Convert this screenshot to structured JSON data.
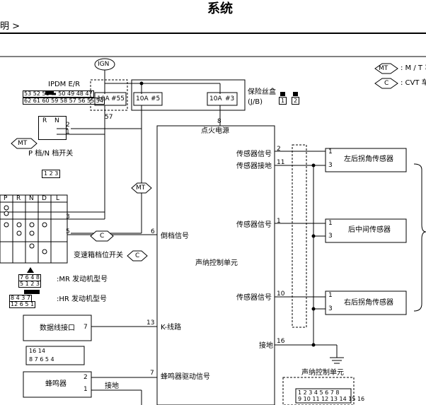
{
  "header": {
    "title": "系统",
    "breadcrumb": "明 >"
  },
  "legend": {
    "mt_tag": "MT",
    "mt_text": ": M / T 车",
    "c_tag": "C",
    "c_text": ": CVT 车"
  },
  "ign": {
    "label": "IGN"
  },
  "ipdm": {
    "title": "IPDM E/R",
    "row1": "53 52 51 ▬ 50 49 48 47",
    "row2": "62 61 60 59 58 57 56 55 54",
    "fuse_rating": "10A",
    "fuse_no": "#55",
    "terminal": "57"
  },
  "jb": {
    "fuse1_rating": "10A",
    "fuse1_no": "#5",
    "fuse2_rating": "10A",
    "fuse2_no": "#3",
    "label": "保险丝盒",
    "label2": "(J/B)",
    "box1": "1",
    "box2": "2"
  },
  "pn_switch": {
    "col_r": "R",
    "col_n": "N",
    "pin2": "2",
    "pin1": "1",
    "tag": "MT",
    "label": "P 档/N 档开关",
    "connector": "1 2 3"
  },
  "range_switch": {
    "cols": [
      "P",
      "R",
      "N",
      "D",
      "L"
    ],
    "pin3": "3",
    "pin5": "5",
    "tag": "C",
    "label": "变速箱档位开关",
    "mt_tag": "MT"
  },
  "engine_models": {
    "mr_row1": "7 6 4 8",
    "mr_row2": "5 1 2 3",
    "mr_label": ":MR 发动机型号",
    "hr_row1": "8 4 3 7",
    "hr_row2": "12 6 5 1",
    "hr_label": ":HR 发动机型号"
  },
  "dlc": {
    "label": "数据线接口",
    "pin": "7",
    "row1": "16 14",
    "row2": "8 7 6 5 4"
  },
  "buzzer": {
    "label": "蜂鸣器",
    "pin2": "2",
    "pin1": "1",
    "ground": "接地"
  },
  "control_unit": {
    "pin8": "8",
    "power_label": "点火电源",
    "pin6": "6",
    "reverse_label": "倒档信号",
    "center_label": "声纳控制单元",
    "pin13": "13",
    "k_line": "K-线路",
    "pin7": "7",
    "buzzer_signal": "蜂鸣器驱动信号",
    "pin2": "2",
    "sig1": "传感器信号",
    "pin11": "11",
    "gnd1": "传感器接地",
    "pin1": "1",
    "sig2": "传感器信号",
    "pin10": "10",
    "sig3": "传感器信号",
    "pin16": "16",
    "ground": "接地"
  },
  "sensors": {
    "left": {
      "label": "左后拐角传感器",
      "pin1": "1",
      "pin3": "3"
    },
    "middle": {
      "label": "后中间传感器",
      "pin1": "1",
      "pin3": "3"
    },
    "right": {
      "label": "右后拐角传感器",
      "pin1": "1",
      "pin3": "3"
    }
  },
  "connector": {
    "title": "声纳控制单元",
    "row1": "1 2 3 4 5 6 7 8",
    "row2": "9 10 11 12 13 14 15 16"
  }
}
